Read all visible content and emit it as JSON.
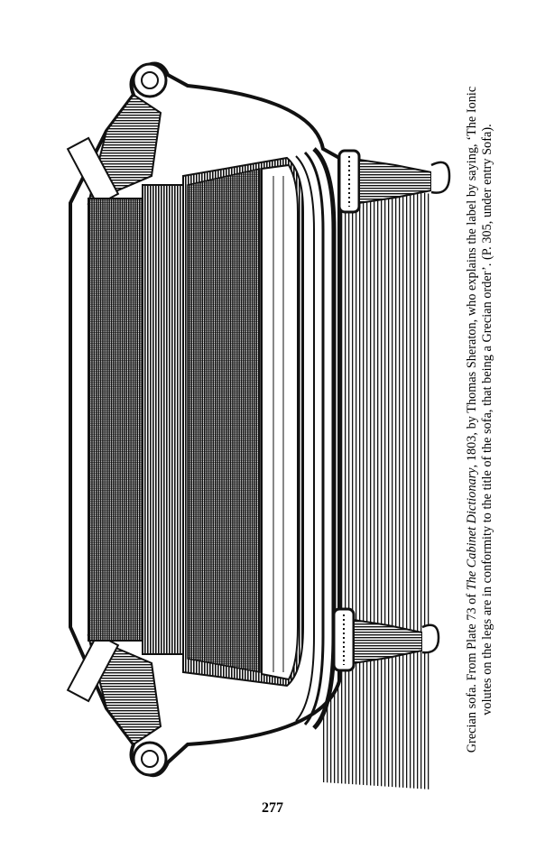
{
  "page": {
    "number": "277"
  },
  "caption": {
    "line1_before": "Grecian sofa. From Plate 73 of ",
    "line1_title": "The Cabinet Dictionary",
    "line1_after": ", 1803, by Thomas Sheraton, who explains the label by saying, ‘The Ionic",
    "line2": "volutes on the legs are in conformity to the title of the sofa, that being a Grecian order’. (P. 305, under entry Sofa)."
  },
  "illustration": {
    "subject": "grecian-sofa-engraving",
    "ink": "#111111",
    "paper": "#ffffff"
  }
}
